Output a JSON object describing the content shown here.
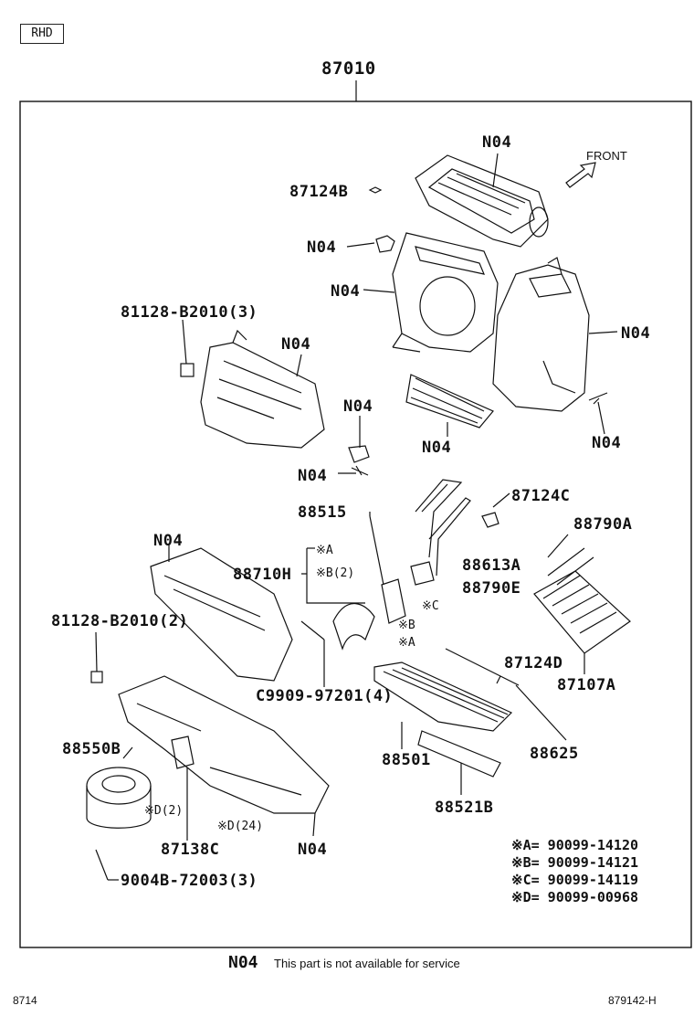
{
  "header": {
    "variant_badge": "RHD",
    "assembly_number": "87010"
  },
  "front_indicator": "FRONT",
  "labels": {
    "n04_top": "N04",
    "p87124B": "87124B",
    "n04_clip": "N04",
    "n04_case_left": "N04",
    "p81128_b2010_3": "81128-B2010(3)",
    "n04_inner_case": "N04",
    "n04_right_case": "N04",
    "n04_screw": "N04",
    "n04_lower": "N04",
    "n04_filter_case": "N04",
    "n04_actuator": "N04",
    "p88515": "88515",
    "p87124C": "87124C",
    "p88790A": "88790A",
    "p88613A": "88613A",
    "p88790E": "88790E",
    "ref_a1": "※A",
    "ref_b2": "※B(2)",
    "ref_c": "※C",
    "ref_b": "※B",
    "ref_a2": "※A",
    "p88710H": "88710H",
    "n04_duct": "N04",
    "p81128_b2010_2": "81128-B2010(2)",
    "pC9909": "C9909-97201(4)",
    "p87124D": "87124D",
    "p87107A": "87107A",
    "p88625": "88625",
    "p88501": "88501",
    "p88550B": "88550B",
    "ref_d2": "※D(2)",
    "ref_d24": "※D(24)",
    "p87138C": "87138C",
    "n04_blower": "N04",
    "p88521B": "88521B",
    "p9004B": "9004B-72003(3)"
  },
  "legend": [
    {
      "key": "※A=",
      "value": "90099-14120"
    },
    {
      "key": "※B=",
      "value": "90099-14121"
    },
    {
      "key": "※C=",
      "value": "90099-14119"
    },
    {
      "key": "※D=",
      "value": "90099-00968"
    }
  ],
  "footer": {
    "tag": "N04",
    "note": "This part is not available for service",
    "page_left": "8714",
    "page_right": "879142-H"
  }
}
